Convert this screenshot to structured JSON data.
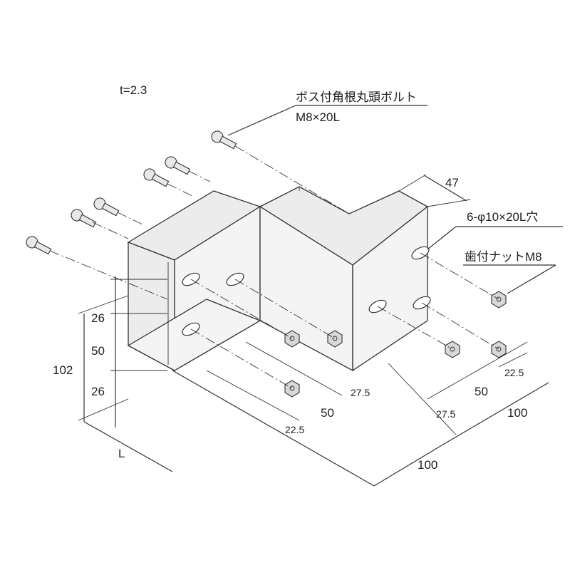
{
  "thickness": "t=2.3",
  "bolt": {
    "name": "ボス付角根丸頭ボルト",
    "size": "M8×20L"
  },
  "holes": "6-φ10×20L穴",
  "nut": "歯付ナットM8",
  "dims": {
    "d47": "47",
    "d26_top": "26",
    "d50_vert": "50",
    "d26_bottom": "26",
    "d102": "102",
    "dL": "L",
    "d27_5_left": "27.5",
    "d50_mid": "50",
    "d22_5_left": "22.5",
    "d100_bottom": "100",
    "d22_5_right": "22.5",
    "d50_right": "50",
    "d27_5_right": "27.5",
    "d100_right": "100"
  }
}
